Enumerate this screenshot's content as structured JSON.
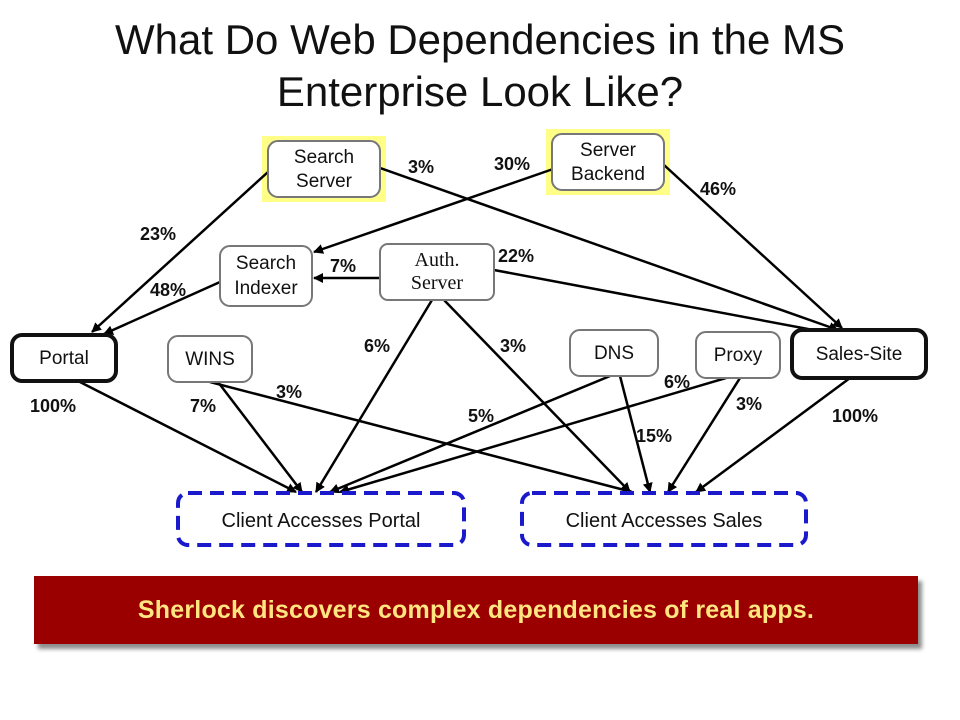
{
  "title": {
    "line1": "What Do Web Dependencies in the MS",
    "line2": "Enterprise Look Like?"
  },
  "nodes": {
    "search_server": [
      "Search",
      "Server"
    ],
    "server_backend": [
      "Server",
      "Backend"
    ],
    "search_indexer": [
      "Search",
      "Indexer"
    ],
    "auth_server": [
      "Auth.",
      "Server"
    ],
    "portal": "Portal",
    "wins": "WINS",
    "dns": "DNS",
    "proxy": "Proxy",
    "sales_site": "Sales-Site"
  },
  "clients": {
    "portal": "Client Accesses Portal",
    "sales": "Client Accesses Sales"
  },
  "edges": {
    "search_server_to_sales": "3%",
    "backend_to_indexer": "30%",
    "backend_to_sales": "46%",
    "search_server_to_portal": "23%",
    "auth_to_indexer": "7%",
    "auth_to_sales": "22%",
    "indexer_to_portal": "48%",
    "auth_to_client_portal": "6%",
    "auth_to_client_sales": "3%",
    "portal_to_client_portal": "100%",
    "wins_to_client_portal": "7%",
    "wins_to_client_sales": "3%",
    "dns_to_client_portal": "5%",
    "dns_to_client_sales": "15%",
    "proxy_to_client_portal": "6%",
    "proxy_to_client_sales": "3%",
    "sales_to_client_sales": "100%"
  },
  "colors": {
    "highlight": "#ffff88",
    "client_border": "#1a1acc",
    "banner_bg": "#9b0000",
    "banner_text": "#ffe680"
  },
  "banner": {
    "text": "Sherlock discovers complex dependencies of real apps."
  }
}
